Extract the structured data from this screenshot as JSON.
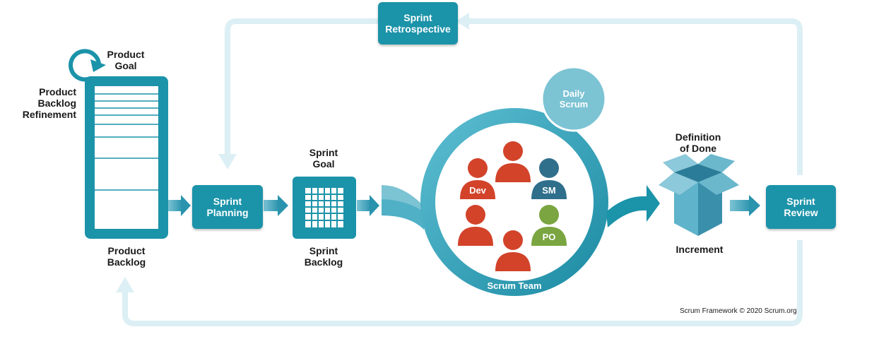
{
  "labels": {
    "product_goal": "Product\nGoal",
    "product_backlog_refinement": "Product\nBacklog\nRefinement",
    "product_backlog": "Product\nBacklog",
    "sprint_goal": "Sprint\nGoal",
    "sprint_backlog": "Sprint\nBacklog",
    "definition_of_done": "Definition\nof Done",
    "increment": "Increment",
    "scrum_team": "Scrum Team",
    "daily_scrum": "Daily\nScrum"
  },
  "events": {
    "sprint_planning": "Sprint\nPlanning",
    "sprint_review": "Sprint\nReview",
    "sprint_retrospective": "Sprint\nRetrospective"
  },
  "roles": {
    "dev": "Dev",
    "sm": "SM",
    "po": "PO"
  },
  "footer": {
    "copyright": "Scrum Framework © 2020 Scrum.org"
  },
  "colors": {
    "primary": "#1b93a9",
    "light_flow": "#dceff4",
    "developer": "#d2432a",
    "scrum_master": "#2f6f8c",
    "product_owner": "#7aa540"
  }
}
